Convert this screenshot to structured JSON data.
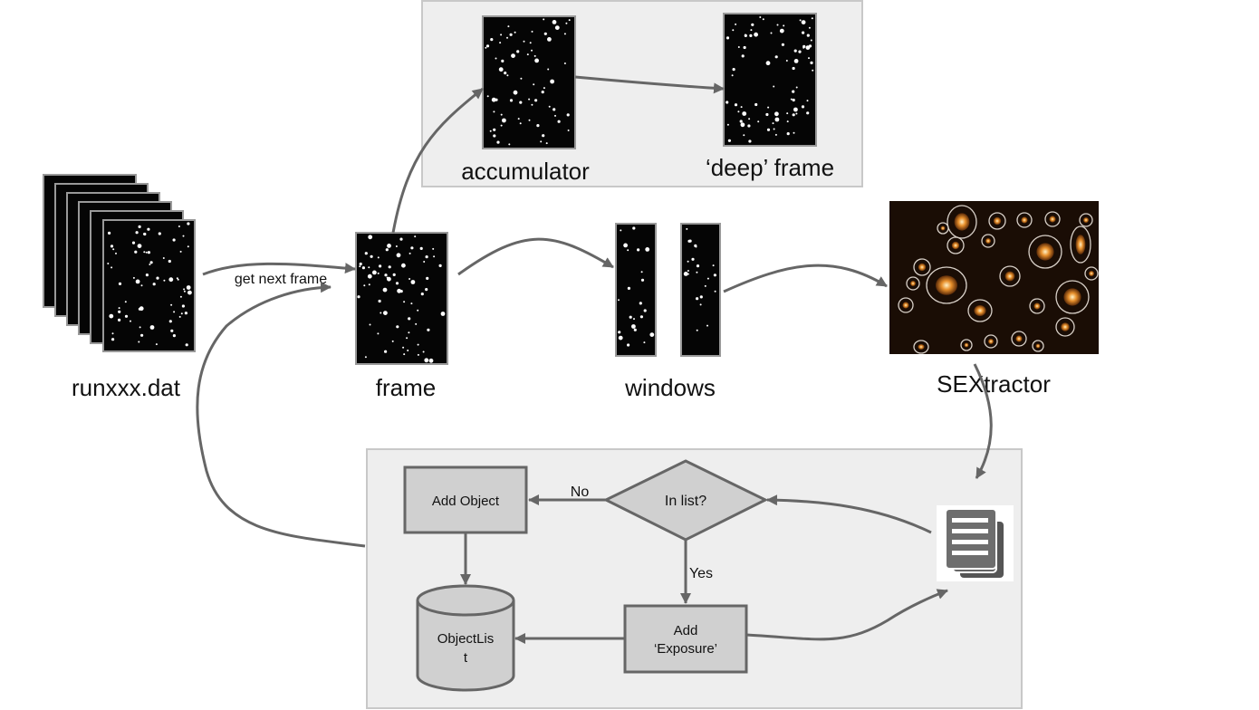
{
  "colors": {
    "panel_fill": "#eeeeee",
    "panel_stroke": "#c8c8c8",
    "arrow": "#666666",
    "box_fill": "#d0d0d0",
    "box_stroke": "#666666",
    "starfield": "#050505",
    "sextractor_bg": "#1a0d05",
    "sextractor_source": "#e08a2a"
  },
  "labels": {
    "runfile": "runxxx.dat",
    "frame": "frame",
    "windows": "windows",
    "sextractor": "SEXtractor",
    "accumulator": "accumulator",
    "deep_frame": "‘deep’ frame",
    "get_next_frame": "get next frame"
  },
  "flowchart": {
    "add_object": "Add Object",
    "in_list": "In list?",
    "no": "No",
    "yes": "Yes",
    "add_exposure_line1": "Add",
    "add_exposure_line2": "‘Exposure’",
    "object_list_line1": "ObjectLis",
    "object_list_line2": "t"
  },
  "icons": {
    "catalog": "document-stack-icon",
    "frames": "starfield-image-icon",
    "sextractor": "source-detection-image-icon",
    "database": "database-cylinder-icon"
  }
}
